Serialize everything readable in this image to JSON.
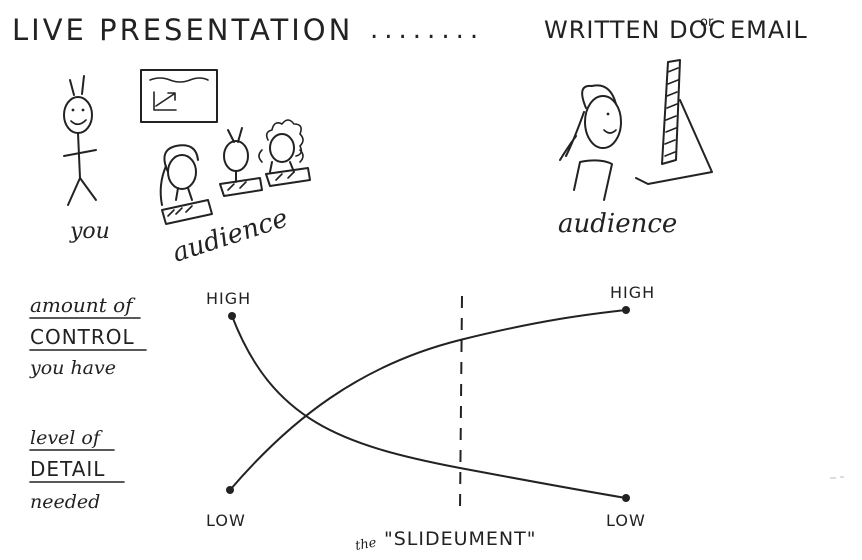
{
  "header": {
    "left_title": "LIVE PRESENTATION",
    "dots": "........",
    "right_title_a": "WRITTEN DOC",
    "right_title_or": "or",
    "right_title_b": "EMAIL"
  },
  "figures": {
    "you_label": "you",
    "live_audience_label": "audience",
    "doc_audience_label": "audience"
  },
  "legend": {
    "control": {
      "line1": "amount of",
      "line2": "CONTROL",
      "line3": "you have"
    },
    "detail": {
      "line1": "level of",
      "line2": "DETAIL",
      "line3": "needed"
    }
  },
  "graph": {
    "high_left": "HIGH",
    "high_right": "HIGH",
    "low_left": "LOW",
    "low_right": "LOW",
    "slideument_the": "the",
    "slideument": "\"SLIDEUMENT\""
  },
  "colors": {
    "ink": "#222222",
    "background": "#ffffff"
  }
}
